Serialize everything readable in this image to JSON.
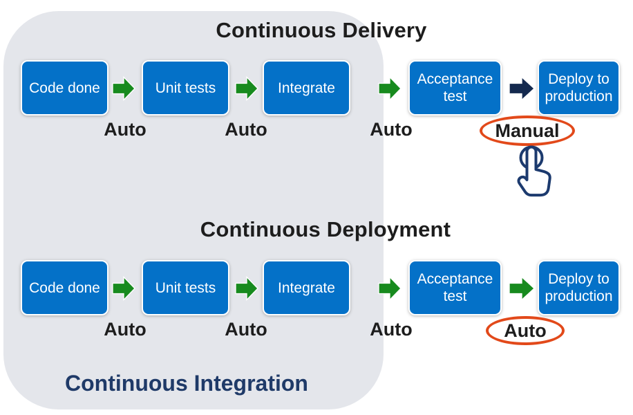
{
  "colors": {
    "box_blue": "#0471c8",
    "arrow_green": "#178a1e",
    "arrow_navy": "#14294e",
    "highlight_orange": "#e2491a",
    "ci_navy": "#1f3a68",
    "panel_gray": "#e4e6eb",
    "box_text": "#ffffff",
    "label_black": "#1d1d1d",
    "hand_navy": "#1c3a6e"
  },
  "delivery": {
    "title": "Continuous Delivery",
    "boxes": [
      "Code done",
      "Unit tests",
      "Integrate",
      "Acceptance test",
      "Deploy to production"
    ],
    "arrow_labels": [
      "Auto",
      "Auto",
      "Auto",
      "Manual"
    ]
  },
  "deployment": {
    "title": "Continuous Deployment",
    "boxes": [
      "Code done",
      "Unit tests",
      "Integrate",
      "Acceptance test",
      "Deploy to production"
    ],
    "arrow_labels": [
      "Auto",
      "Auto",
      "Auto",
      "Auto"
    ]
  },
  "integration": {
    "label": "Continuous Integration"
  }
}
